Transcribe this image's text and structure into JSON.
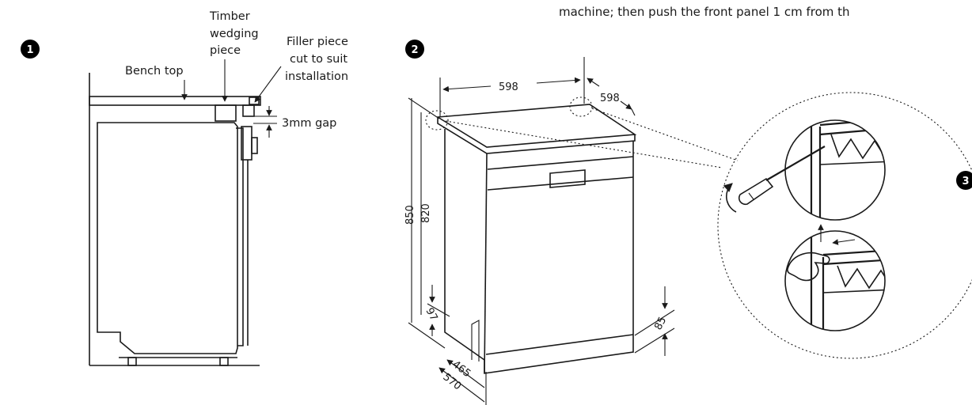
{
  "caption_text": "machine; then push the front panel 1 cm from th",
  "steps": [
    {
      "number": "1"
    },
    {
      "number": "2"
    },
    {
      "number": "3"
    }
  ],
  "diagram1": {
    "label_timber": "Timber",
    "label_wedging": "wedging",
    "label_piece": "piece",
    "label_filler": "Filler piece",
    "label_cut": "cut to suit",
    "label_installation": "installation",
    "label_bench": "Bench top",
    "label_gap": "3mm gap"
  },
  "diagram2": {
    "width_front": "598",
    "depth_top": "598",
    "height_total": "850",
    "height_body": "820",
    "foot_height": "97",
    "plinth_height": "85",
    "depth_body": "465",
    "depth_total": "570"
  },
  "colors": {
    "line": "#1a1a1a",
    "badge": "#000000",
    "background": "#ffffff"
  },
  "icons": [
    "screwdriver-icon",
    "rotate-arrow-icon",
    "hand-icon",
    "up-arrow-icon",
    "left-arrow-icon"
  ]
}
